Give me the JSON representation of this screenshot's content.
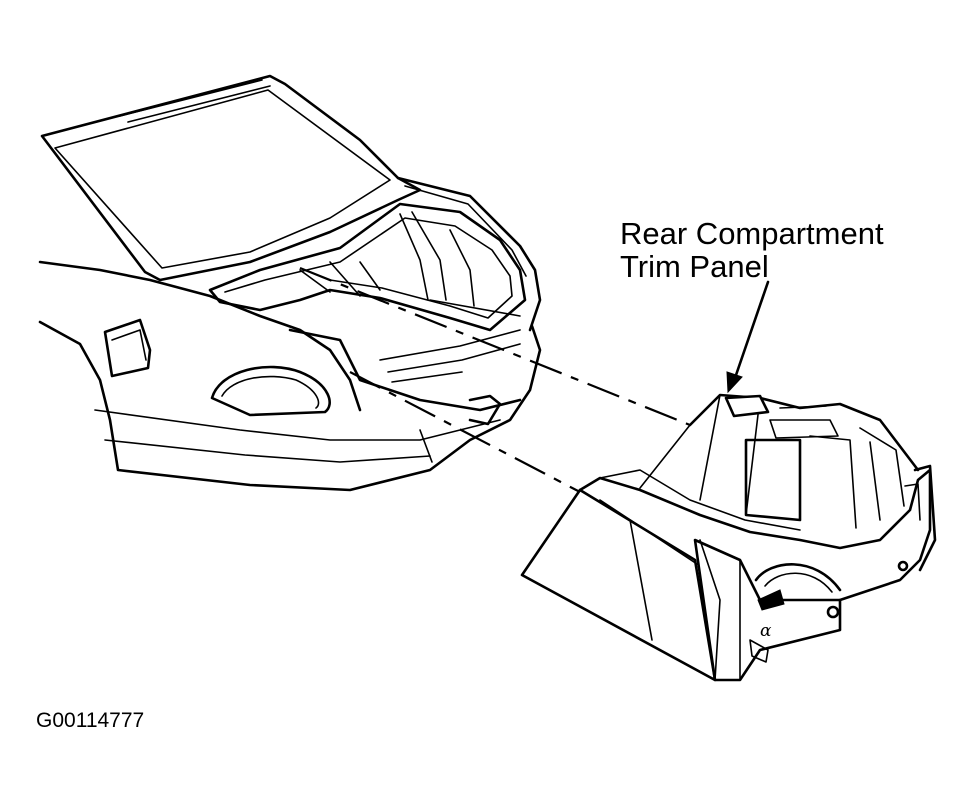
{
  "callout": {
    "line1": "Rear Compartment",
    "line2": "Trim Panel"
  },
  "figure_id": "G00114777",
  "panel_mark": "α"
}
